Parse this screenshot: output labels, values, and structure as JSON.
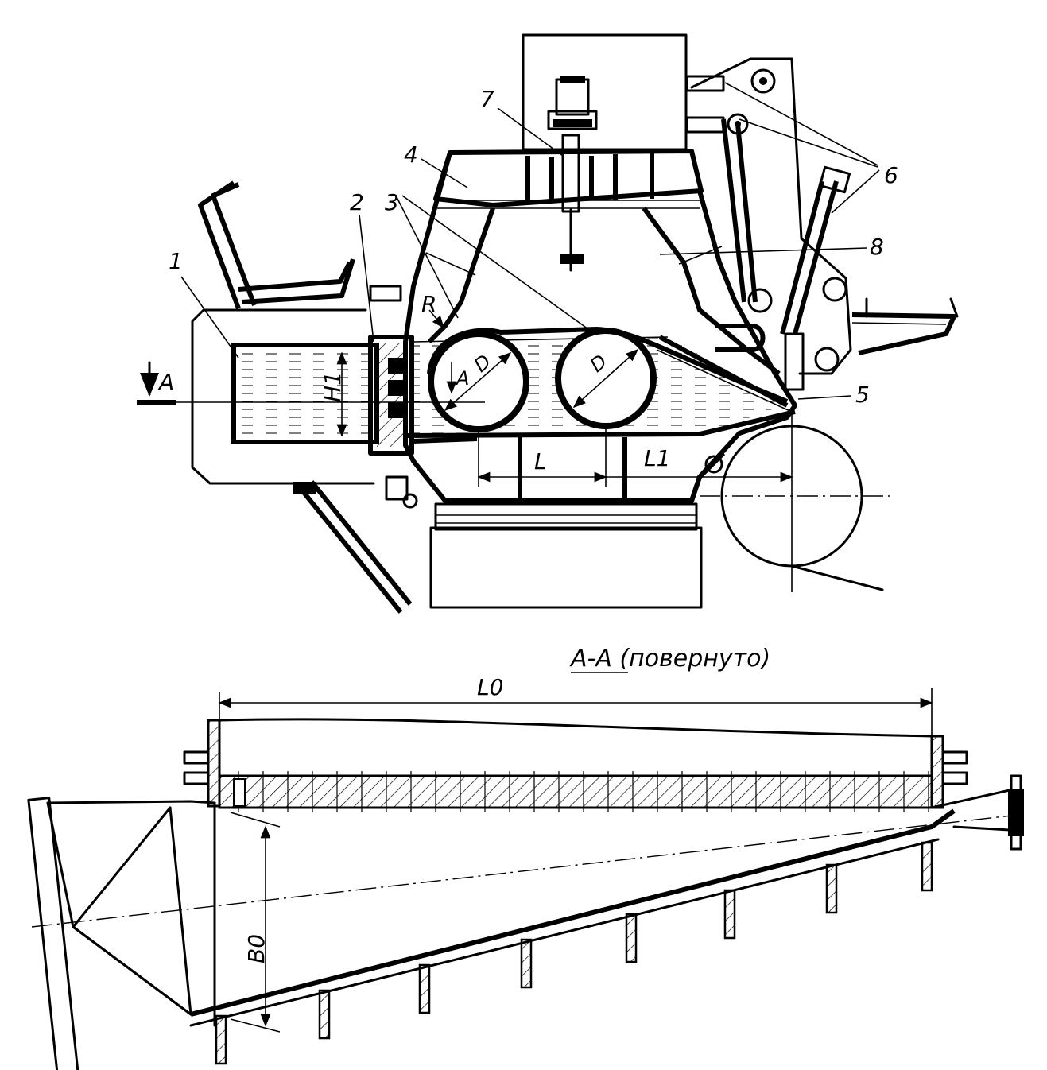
{
  "labels": {
    "n1": "1",
    "n2": "2",
    "n3": "3",
    "n4": "4",
    "n5": "5",
    "n6": "6",
    "n7": "7",
    "n8": "8",
    "R": "R",
    "D1": "D",
    "D2": "D",
    "A_small": "A",
    "H1": "H1",
    "L": "L",
    "L1": "L1",
    "A_arrow": "A",
    "section_title": "A-A (повернуто)",
    "L0": "L0",
    "B0": "B0"
  }
}
